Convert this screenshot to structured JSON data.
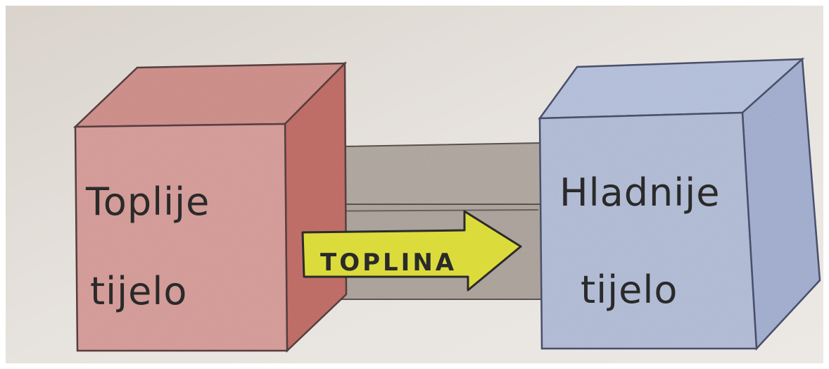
{
  "warm_body": {
    "line1": "Toplije",
    "line2": "tijelo",
    "color": "#dca39f"
  },
  "cool_body": {
    "line1": "Hladnije",
    "line2": "tijelo",
    "color": "#b9c3dd"
  },
  "heat_arrow": {
    "label": "TOPLINA",
    "color": "#dcdb3c"
  },
  "bridge": {
    "color": "#bdb3aa"
  },
  "paper": {
    "color": "#e6e1dc"
  }
}
